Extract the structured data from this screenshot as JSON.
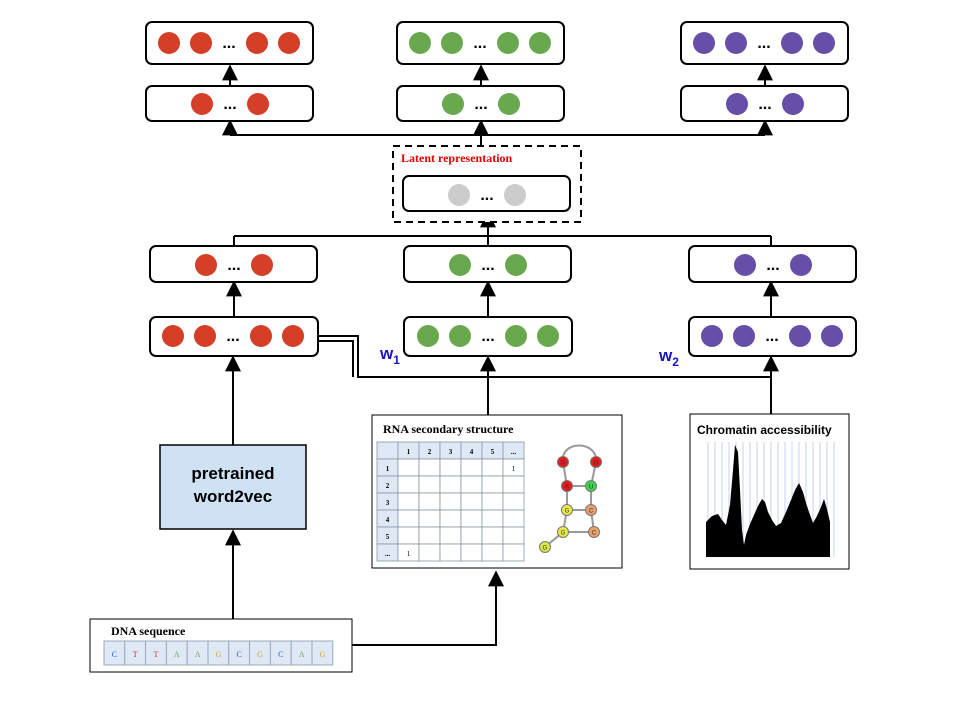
{
  "latent": {
    "label": "Latent representation",
    "ellipsis": "..."
  },
  "weights": {
    "w1_base": "w",
    "w1_sub": "1",
    "w2_base": "w",
    "w2_sub": "2"
  },
  "word2vec": {
    "line1": "pretrained",
    "line2": "word2vec"
  },
  "dna": {
    "title": "DNA sequence",
    "bases": [
      "C",
      "T",
      "T",
      "A",
      "A",
      "G",
      "C",
      "G",
      "C",
      "A",
      "G"
    ]
  },
  "rna": {
    "title": "RNA secondary structure",
    "col_headers": [
      "1",
      "2",
      "3",
      "4",
      "5",
      "..."
    ],
    "row_headers": [
      "1",
      "2",
      "3",
      "4",
      "5",
      "..."
    ],
    "cell_top_right": "1",
    "cell_bottom_left": "1",
    "node_labels": [
      "G",
      "G",
      "A",
      "U",
      "G",
      "C",
      "G",
      "C",
      "G"
    ]
  },
  "chromatin": {
    "title": "Chromatin accessibility"
  },
  "ellipsis": "...",
  "colors": {
    "dna": "#d33f27",
    "rna": "#6aa84f",
    "chromatin": "#674ea7",
    "latent": "#cccccc",
    "word2vec_fill": "#cfe2f3",
    "weight_label": "#1515c0",
    "latent_label": "#e00000",
    "base_A": "#6aa84f",
    "base_C": "#1a56db",
    "base_G": "#c9a227",
    "base_T": "#d32f2f"
  }
}
